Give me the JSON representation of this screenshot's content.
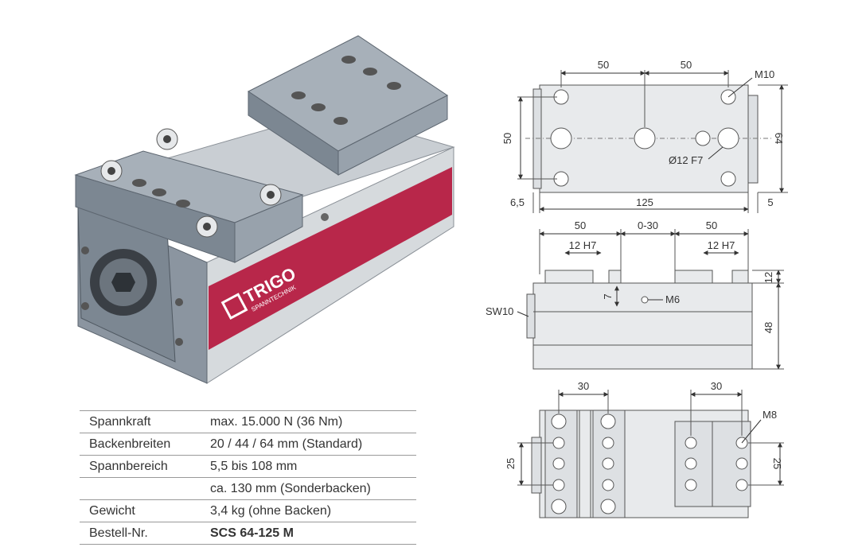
{
  "brand": {
    "name": "TRIGO",
    "sub": "SPANNTECHNIK",
    "band_color": "#b8274a"
  },
  "top_view": {
    "dim_top_left": "50",
    "dim_top_right": "50",
    "dim_left": "50",
    "dim_right": "64",
    "dim_bottom_left": "6,5",
    "dim_bottom_mid": "125",
    "dim_bottom_right": "5",
    "callout_thread": "M10",
    "callout_bore": "Ø12 F7"
  },
  "side_view": {
    "dim_left": "50",
    "dim_mid": "0-30",
    "dim_right": "50",
    "slot_left": "12 H7",
    "slot_right": "12 H7",
    "dim_height_top": "12",
    "dim_height_body": "48",
    "dim_small": "7",
    "callout_thread": "M6",
    "callout_wrench": "SW10"
  },
  "bottom_view": {
    "dim_top_left": "30",
    "dim_top_right": "30",
    "dim_left": "25",
    "dim_right": "25",
    "callout_thread": "M8"
  },
  "specs": [
    {
      "label": "Spannkraft",
      "value": "max. 15.000 N (36 Nm)",
      "bold": false
    },
    {
      "label": "Backenbreiten",
      "value": "20 / 44 / 64 mm (Standard)",
      "bold": false
    },
    {
      "label": "Spannbereich",
      "value": "5,5 bis 108 mm",
      "bold": false
    },
    {
      "label": "",
      "value": "ca. 130 mm (Sonderbacken)",
      "bold": false
    },
    {
      "label": "Gewicht",
      "value": "3,4 kg (ohne Backen)",
      "bold": false
    },
    {
      "label": "Bestell-Nr.",
      "value": "SCS 64-125 M",
      "bold": true
    }
  ]
}
